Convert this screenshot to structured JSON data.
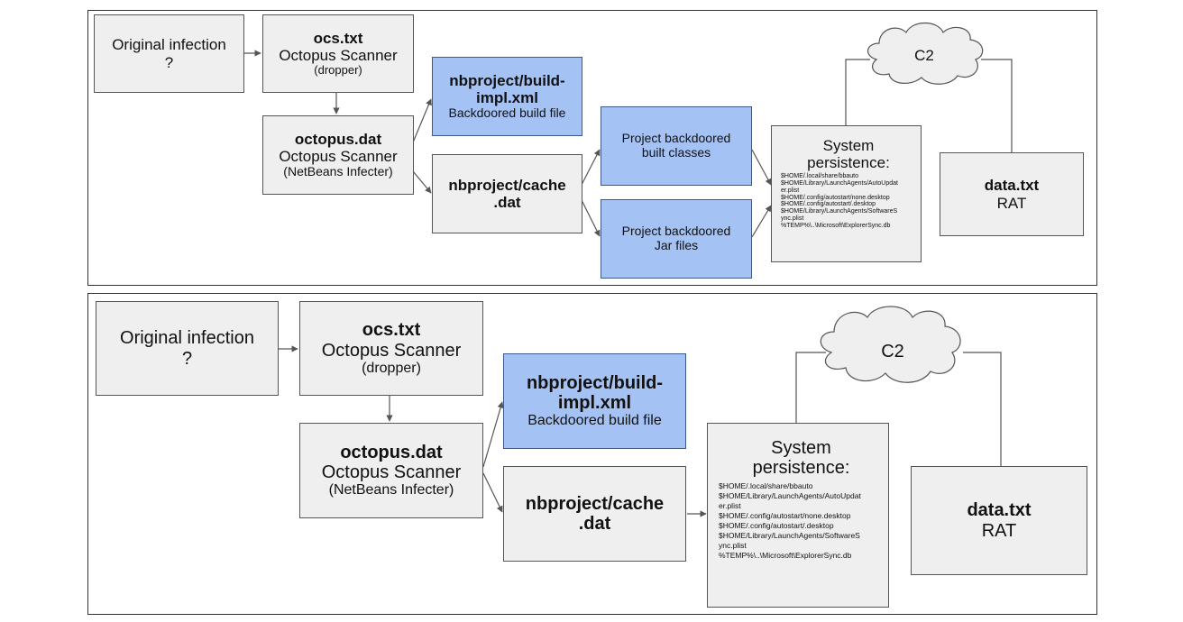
{
  "diagrams": [
    {
      "original_infection": {
        "line1": "Original infection",
        "line2": "?"
      },
      "ocs": {
        "name": "ocs.txt",
        "desc": "Octopus Scanner",
        "sub": "(dropper)"
      },
      "octopus": {
        "name": "octopus.dat",
        "desc": "Octopus Scanner",
        "sub": "(NetBeans Infecter)"
      },
      "build_impl": {
        "name_line1": "nbproject/build-",
        "name_line2": "impl.xml",
        "desc": "Backdoored build file"
      },
      "cache": {
        "name_line1": "nbproject/cache",
        "name_line2": ".dat"
      },
      "classes": {
        "line1": "Project backdoored",
        "line2": "built classes"
      },
      "jars": {
        "line1": "Project backdoored",
        "line2": "Jar files"
      },
      "persistence": {
        "title_line1": "System",
        "title_line2": "persistence:",
        "items": [
          "$HOME/.local/share/bbauto",
          "$HOME/Library/LaunchAgents/AutoUpdat",
          "er.plist",
          "$HOME/.config/autostart/none.desktop",
          "$HOME/.config/autostart/.desktop",
          "$HOME/Library/LaunchAgents/SoftwareS",
          "ync.plist",
          "%TEMP%\\..\\Microsoft\\ExplorerSync.db"
        ]
      },
      "c2": {
        "label": "C2"
      },
      "data": {
        "name": "data.txt",
        "desc": "RAT"
      }
    },
    {
      "original_infection": {
        "line1": "Original infection",
        "line2": "?"
      },
      "ocs": {
        "name": "ocs.txt",
        "desc": "Octopus Scanner",
        "sub": "(dropper)"
      },
      "octopus": {
        "name": "octopus.dat",
        "desc": "Octopus Scanner",
        "sub": "(NetBeans Infecter)"
      },
      "build_impl": {
        "name_line1": "nbproject/build-",
        "name_line2": "impl.xml",
        "desc": "Backdoored build file"
      },
      "cache": {
        "name_line1": "nbproject/cache",
        "name_line2": ".dat"
      },
      "persistence": {
        "title_line1": "System",
        "title_line2": "persistence:",
        "items": [
          "$HOME/.local/share/bbauto",
          "$HOME/Library/LaunchAgents/AutoUpdat",
          "er.plist",
          "$HOME/.config/autostart/none.desktop",
          "$HOME/.config/autostart/.desktop",
          "$HOME/Library/LaunchAgents/SoftwareS",
          "ync.plist",
          "%TEMP%\\..\\Microsoft\\ExplorerSync.db"
        ]
      },
      "c2": {
        "label": "C2"
      },
      "data": {
        "name": "data.txt",
        "desc": "RAT"
      }
    }
  ]
}
